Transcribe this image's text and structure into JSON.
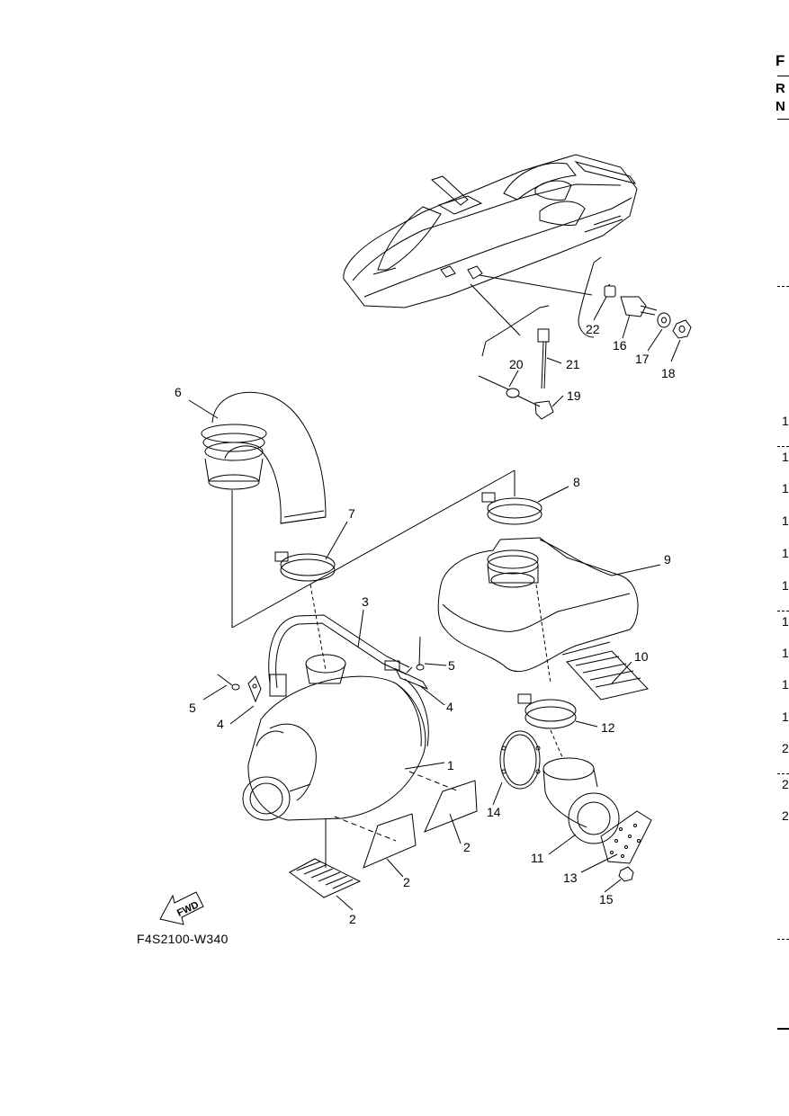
{
  "diagram": {
    "code": "F4S2100-W340",
    "fwd_label": "FWD",
    "callouts": {
      "c1": "1",
      "c2a": "2",
      "c2b": "2",
      "c2c": "2",
      "c3": "3",
      "c4a": "4",
      "c4b": "4",
      "c5a": "5",
      "c5b": "5",
      "c6": "6",
      "c7": "7",
      "c8": "8",
      "c9": "9",
      "c10": "10",
      "c11": "11",
      "c12": "12",
      "c13": "13",
      "c14": "14",
      "c15": "15",
      "c16": "16",
      "c17": "17",
      "c18": "18",
      "c19": "19",
      "c20": "20",
      "c21": "21",
      "c22": "22"
    }
  },
  "edge": {
    "header_f": "F",
    "header_r": "R",
    "header_n": "N",
    "rows": [
      "1",
      "1",
      "1",
      "1",
      "1",
      "1",
      "1",
      "1",
      "1",
      "1",
      "2",
      "2",
      "2"
    ]
  }
}
